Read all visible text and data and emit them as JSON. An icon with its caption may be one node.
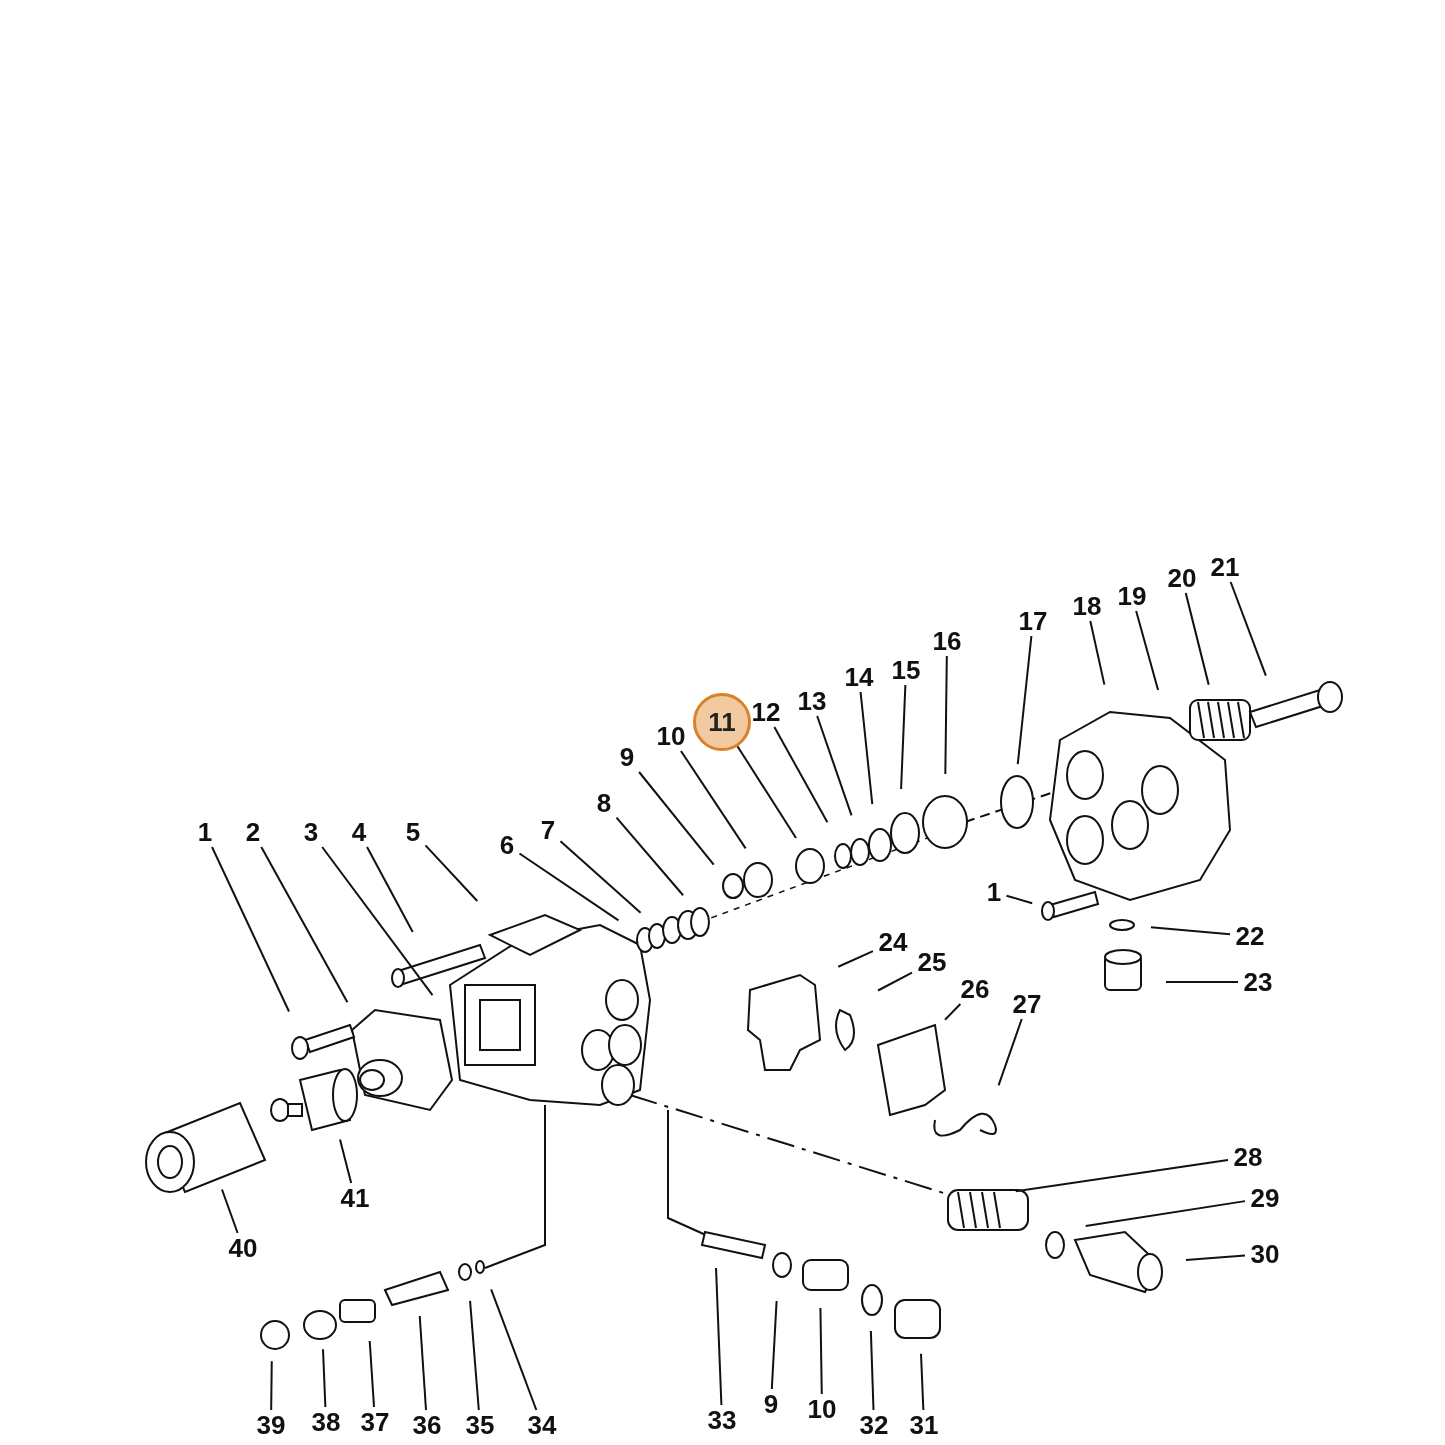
{
  "diagram": {
    "nodes": [
      {
        "text": [
          "1"
        ]
      },
      {
        "text": [
          "2"
        ]
      },
      {
        "text": [
          "3"
        ]
      },
      {
        "text": [
          "4"
        ]
      },
      {
        "text": [
          "5"
        ]
      },
      {
        "text": [
          "6"
        ]
      },
      {
        "text": [
          "7"
        ]
      },
      {
        "text": [
          "8"
        ]
      },
      {
        "text": [
          "9"
        ]
      },
      {
        "text": [
          "10"
        ]
      },
      {
        "text": [
          "11"
        ]
      },
      {
        "text": [
          "12"
        ]
      },
      {
        "text": [
          "13"
        ]
      },
      {
        "text": [
          "14"
        ]
      },
      {
        "text": [
          "15"
        ]
      },
      {
        "text": [
          "16"
        ]
      },
      {
        "text": [
          "17"
        ]
      },
      {
        "text": [
          "18"
        ]
      },
      {
        "text": [
          "19"
        ]
      },
      {
        "text": [
          "20"
        ]
      },
      {
        "text": [
          "21"
        ]
      },
      {
        "text": [
          "1"
        ]
      },
      {
        "text": [
          "22"
        ]
      },
      {
        "text": [
          "23"
        ]
      },
      {
        "text": [
          "24"
        ]
      },
      {
        "text": [
          "25"
        ]
      },
      {
        "text": [
          "26"
        ]
      },
      {
        "text": [
          "27"
        ]
      },
      {
        "text": [
          "41"
        ]
      },
      {
        "text": [
          "40"
        ]
      },
      {
        "text": [
          "28"
        ]
      },
      {
        "text": [
          "29"
        ]
      },
      {
        "text": [
          "30"
        ]
      },
      {
        "text": [
          "39"
        ]
      },
      {
        "text": [
          "38"
        ]
      },
      {
        "text": [
          "37"
        ]
      },
      {
        "text": [
          "36"
        ]
      },
      {
        "text": [
          "35"
        ]
      },
      {
        "text": [
          "34"
        ]
      },
      {
        "text": [
          "33"
        ]
      },
      {
        "text": [
          "9"
        ]
      },
      {
        "text": [
          "10"
        ]
      },
      {
        "text": [
          "32"
        ]
      },
      {
        "text": [
          "31"
        ]
      }
    ],
    "edges": [
      {
        "from": 0,
        "to": null,
        "arrow": "none"
      },
      {
        "from": 1,
        "to": null,
        "arrow": "none"
      },
      {
        "from": 2,
        "to": null,
        "arrow": "none"
      },
      {
        "from": 3,
        "to": null,
        "arrow": "none"
      },
      {
        "from": 4,
        "to": null,
        "arrow": "none"
      },
      {
        "from": 5,
        "to": null,
        "arrow": "none"
      },
      {
        "from": 6,
        "to": null,
        "arrow": "none"
      },
      {
        "from": 7,
        "to": null,
        "arrow": "none"
      },
      {
        "from": 8,
        "to": null,
        "arrow": "none"
      },
      {
        "from": 9,
        "to": null,
        "arrow": "none"
      },
      {
        "from": 10,
        "to": null,
        "arrow": "none"
      },
      {
        "from": 11,
        "to": null,
        "arrow": "none"
      },
      {
        "from": 12,
        "to": null,
        "arrow": "none"
      },
      {
        "from": 13,
        "to": null,
        "arrow": "none"
      },
      {
        "from": 14,
        "to": null,
        "arrow": "none"
      },
      {
        "from": 15,
        "to": null,
        "arrow": "none"
      },
      {
        "from": 16,
        "to": null,
        "arrow": "none"
      },
      {
        "from": 17,
        "to": null,
        "arrow": "none"
      },
      {
        "from": 18,
        "to": null,
        "arrow": "none"
      },
      {
        "from": 19,
        "to": null,
        "arrow": "none"
      },
      {
        "from": 20,
        "to": null,
        "arrow": "none"
      },
      {
        "from": 21,
        "to": null,
        "arrow": "none"
      },
      {
        "from": 22,
        "to": null,
        "arrow": "none"
      },
      {
        "from": 23,
        "to": null,
        "arrow": "none"
      },
      {
        "from": 24,
        "to": null,
        "arrow": "none"
      },
      {
        "from": 25,
        "to": null,
        "arrow": "none"
      },
      {
        "from": 26,
        "to": null,
        "arrow": "none"
      },
      {
        "from": 27,
        "to": null,
        "arrow": "none"
      },
      {
        "from": 28,
        "to": null,
        "arrow": "none"
      },
      {
        "from": 29,
        "to": null,
        "arrow": "none"
      },
      {
        "from": 30,
        "to": null,
        "arrow": "none"
      },
      {
        "from": 31,
        "to": null,
        "arrow": "none"
      },
      {
        "from": 32,
        "to": null,
        "arrow": "none"
      },
      {
        "from": 33,
        "to": null,
        "arrow": "none"
      },
      {
        "from": 34,
        "to": null,
        "arrow": "none"
      },
      {
        "from": 35,
        "to": null,
        "arrow": "none"
      },
      {
        "from": 36,
        "to": null,
        "arrow": "none"
      },
      {
        "from": 37,
        "to": null,
        "arrow": "none"
      },
      {
        "from": 38,
        "to": null,
        "arrow": "none"
      },
      {
        "from": 39,
        "to": null,
        "arrow": "none"
      },
      {
        "from": 40,
        "to": null,
        "arrow": "none"
      },
      {
        "from": 41,
        "to": null,
        "arrow": "none"
      },
      {
        "from": 42,
        "to": null,
        "arrow": "none"
      },
      {
        "from": 43,
        "to": null,
        "arrow": "none"
      }
    ]
  }
}
